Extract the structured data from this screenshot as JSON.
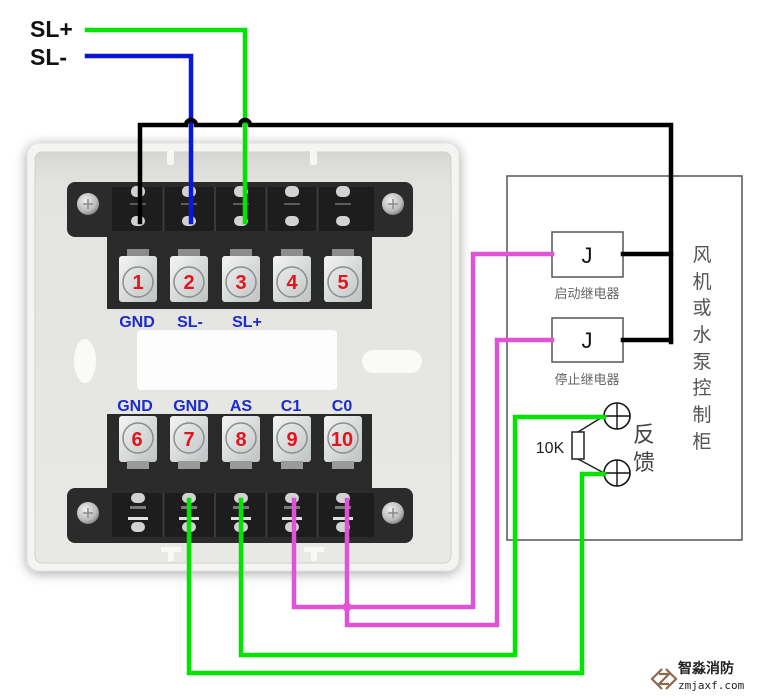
{
  "bus_labels": {
    "sl_plus": "SL+",
    "sl_minus": "SL-"
  },
  "module": {
    "top_terminals": [
      {
        "number": "1",
        "label": "GND"
      },
      {
        "number": "2",
        "label": "SL-"
      },
      {
        "number": "3",
        "label": "SL+"
      },
      {
        "number": "4",
        "label": ""
      },
      {
        "number": "5",
        "label": ""
      }
    ],
    "bottom_terminals": [
      {
        "number": "6",
        "label": "GND"
      },
      {
        "number": "7",
        "label": "GND"
      },
      {
        "number": "8",
        "label": "AS"
      },
      {
        "number": "9",
        "label": "C1"
      },
      {
        "number": "10",
        "label": "C0"
      }
    ]
  },
  "cabinet": {
    "title": "风机或水泵控制柜",
    "title_chars": [
      "风",
      "机",
      "或",
      "水",
      "泵",
      "控",
      "制",
      "柜"
    ],
    "relays": [
      {
        "symbol": "J",
        "caption": "启动继电器"
      },
      {
        "symbol": "J",
        "caption": "停止继电器"
      }
    ],
    "feedback": {
      "label": "反馈",
      "label_chars": [
        "反",
        "馈"
      ],
      "resistor_label": "10K"
    }
  },
  "wires": [
    {
      "from": "SL+ bus",
      "to": "terminal 3 (SL+)",
      "color": "#00e400"
    },
    {
      "from": "SL- bus",
      "to": "terminal 2 (SL-)",
      "color": "#0a16d8"
    },
    {
      "from": "terminal 1 (GND)",
      "to": "start relay + stop relay common",
      "color": "#000000"
    },
    {
      "from": "terminal 7 (GND)",
      "to": "feedback terminal (lower)",
      "color": "#00e400"
    },
    {
      "from": "terminal 8 (AS)",
      "to": "feedback terminal (upper)",
      "color": "#00e400"
    },
    {
      "from": "terminal 9 (C1)",
      "to": "start relay",
      "color": "#e052d6"
    },
    {
      "from": "terminal 10 (C0)",
      "to": "stop relay",
      "color": "#e052d6"
    }
  ],
  "watermark": {
    "name": "智淼消防",
    "url": "zmjaxf.com"
  }
}
